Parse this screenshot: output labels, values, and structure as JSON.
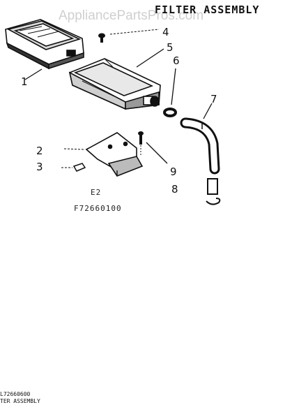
{
  "watermark": "AppliancePartsPros.com",
  "title": "FILTER ASSEMBLY",
  "callouts": [
    "1",
    "2",
    "3",
    "4",
    "5",
    "6",
    "7",
    "8",
    "9"
  ],
  "diagram_code": "E2",
  "part_number": "F72660100",
  "footer": {
    "line1": "L72660600",
    "line2": "TER ASSEMBLY"
  }
}
